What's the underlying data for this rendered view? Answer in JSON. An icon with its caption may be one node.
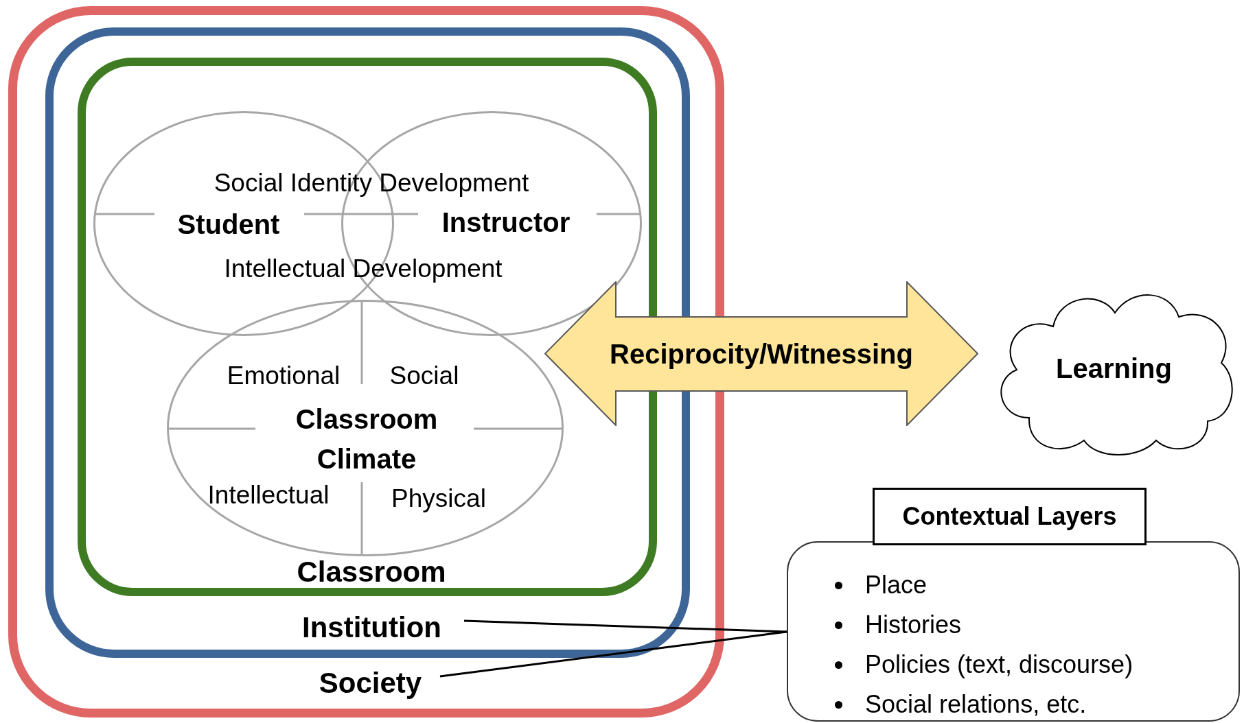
{
  "diagram": {
    "nodes": [
      {
        "text": [
          "Society"
        ]
      },
      {
        "text": [
          "Institution"
        ],
        "in": 0
      },
      {
        "text": [
          "Classroom"
        ],
        "in": 1
      },
      {
        "text": [
          "Student"
        ],
        "in": 2
      },
      {
        "text": [
          "Instructor"
        ],
        "in": 2
      },
      {
        "text": [
          "Classroom Climate"
        ],
        "in": 2
      },
      {
        "text": [
          "Reciprocity/Witnessing"
        ]
      },
      {
        "text": [
          "Learning"
        ]
      },
      {
        "text": [
          "Contextual Layers"
        ]
      },
      {
        "text": [
          "Place",
          "Histories",
          "Policies (text, discourse)",
          "Social relations, etc."
        ]
      }
    ],
    "edges": [
      {
        "from": 1,
        "to": 9,
        "arrow": "none"
      },
      {
        "from": 0,
        "to": 9,
        "arrow": "none"
      }
    ],
    "labels": [
      "Social Identity Development",
      "Intellectual Development",
      "Emotional",
      "Social",
      "Intellectual",
      "Physical"
    ]
  }
}
